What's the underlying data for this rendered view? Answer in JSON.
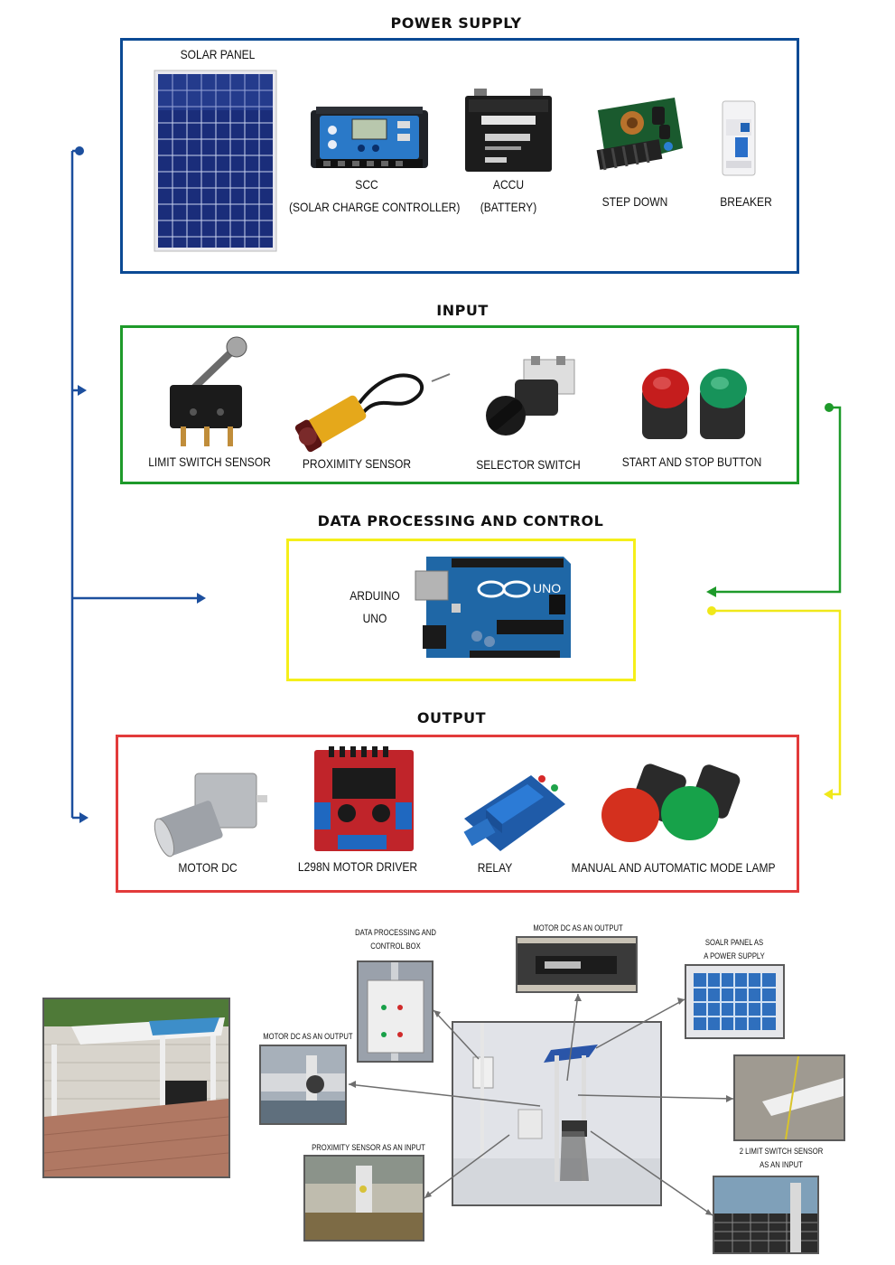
{
  "sections": {
    "power": {
      "title": "POWER  SUPPLY",
      "items": {
        "solar_panel": "SOLAR PANEL",
        "scc_line1": "SCC",
        "scc_line2": "(SOLAR CHARGE CONTROLLER)",
        "accu_line1": "ACCU",
        "accu_line2": "(BATTERY)",
        "step_down": "STEP DOWN",
        "breaker": "BREAKER"
      }
    },
    "input": {
      "title": "INPUT",
      "items": {
        "limit_switch": "LIMIT SWITCH SENSOR",
        "proximity": "PROXIMITY SENSOR",
        "selector": "SELECTOR SWITCH",
        "start_stop": "START AND STOP BUTTON"
      }
    },
    "processing": {
      "title": "DATA PROCESSING AND CONTROL",
      "items": {
        "arduino_line1": "ARDUINO",
        "arduino_line2": "UNO"
      }
    },
    "output": {
      "title": "OUTPUT",
      "items": {
        "motor_dc": "MOTOR DC",
        "l298n": "L298N MOTOR DRIVER",
        "relay": "RELAY",
        "lamp": "MANUAL AND AUTOMATIC MODE LAMP"
      }
    }
  },
  "callouts": {
    "control_box_line1": "DATA PROCESSING AND",
    "control_box_line2": "CONTROL BOX",
    "motor_top": "MOTOR DC AS AN OUTPUT",
    "solar_line1": "SOALR PANEL AS",
    "solar_line2": "A POWER SUPPLY",
    "motor_left": "MOTOR DC AS AN OUTPUT",
    "proximity": "PROXIMITY SENSOR AS AN INPUT",
    "limit_line1": "2 LIMIT SWITCH SENSOR",
    "limit_line2": "AS AN INPUT"
  },
  "colors": {
    "power": "#0b4a94",
    "input": "#1e9a2a",
    "processing": "#f5ef1a",
    "output": "#e23b3b",
    "connector": "#1c4f9e"
  },
  "icons": [
    "solar-panel-icon",
    "charge-controller-icon",
    "battery-icon",
    "buck-converter-icon",
    "breaker-icon",
    "limit-switch-icon",
    "proximity-sensor-icon",
    "selector-switch-icon",
    "push-button-icon",
    "arduino-board-icon",
    "motor-icon",
    "motor-driver-icon",
    "relay-icon",
    "indicator-lamp-icon"
  ]
}
